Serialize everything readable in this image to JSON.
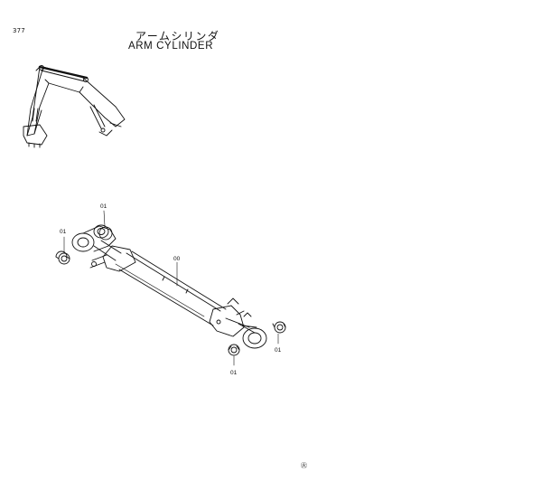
{
  "page": {
    "number": "377",
    "title_jp": "アームシリンダ",
    "title_en": "ARM  CYLINDER",
    "footer_mark": "㊋"
  },
  "callouts": {
    "assembly": "00",
    "bushing_a": "01",
    "bushing_b": "01",
    "bushing_c": "01",
    "bushing_d": "01"
  }
}
